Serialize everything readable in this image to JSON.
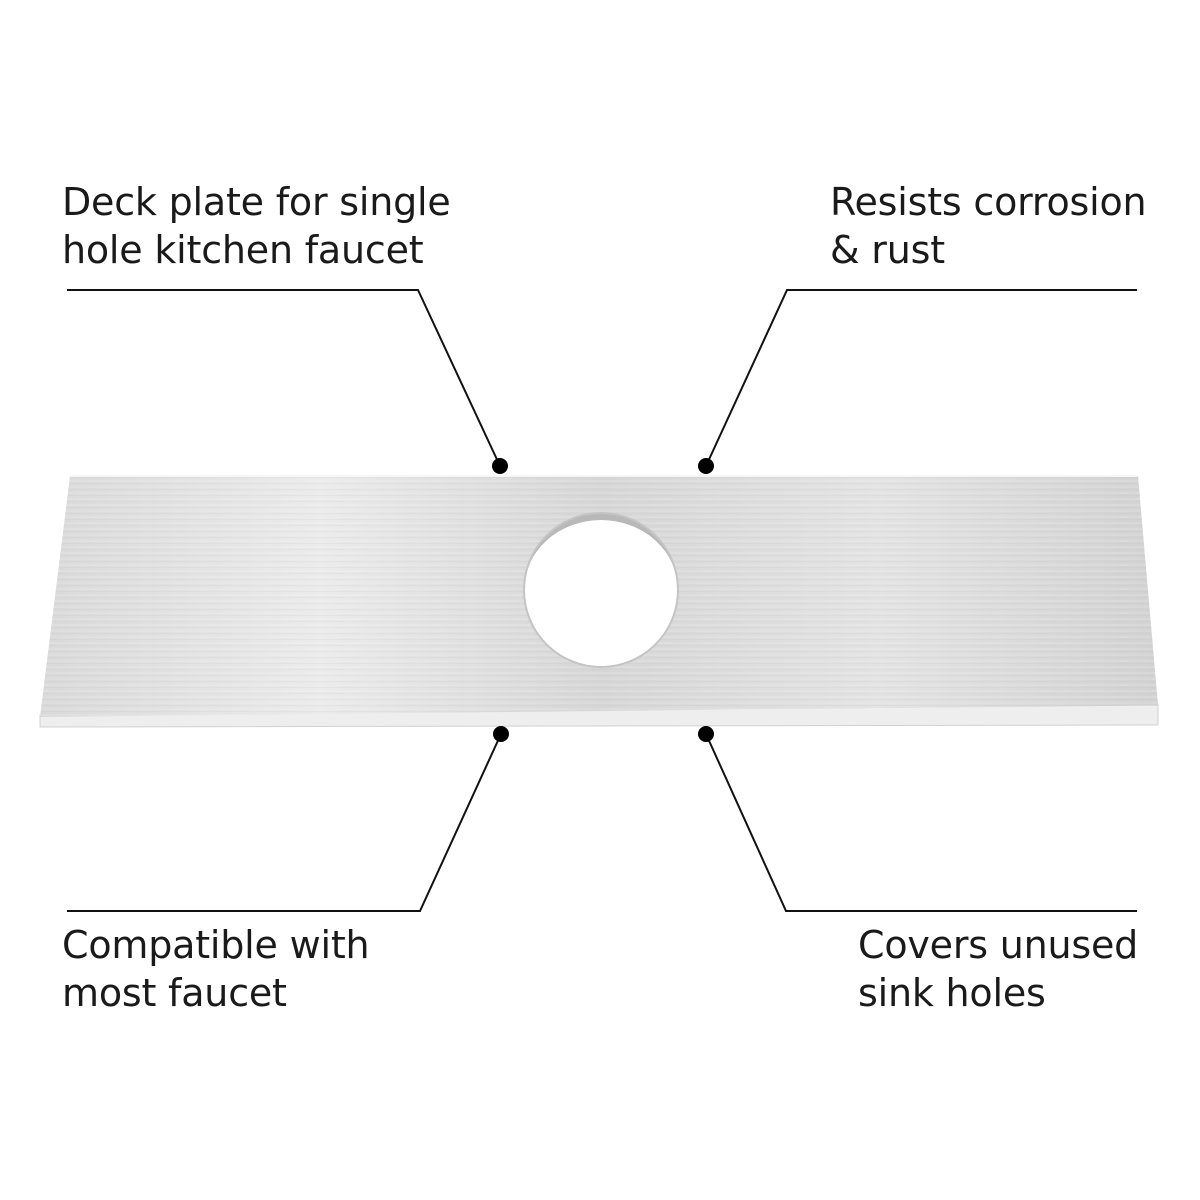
{
  "callouts": {
    "top_left": {
      "line1": "Deck plate for single",
      "line2": "hole kitchen faucet"
    },
    "top_right": {
      "line1": "Resists corrosion",
      "line2": "& rust"
    },
    "bottom_left": {
      "line1": "Compatible with",
      "line2": "most faucet"
    },
    "bottom_right": {
      "line1": "Covers unused",
      "line2": "sink holes"
    }
  },
  "colors": {
    "background": "#ffffff",
    "plate_light": "#e4e4e4",
    "plate_mid": "#cfcfcf",
    "plate_edge": "#f2f2f2",
    "leader_line": "#111111",
    "dot": "#000000"
  }
}
